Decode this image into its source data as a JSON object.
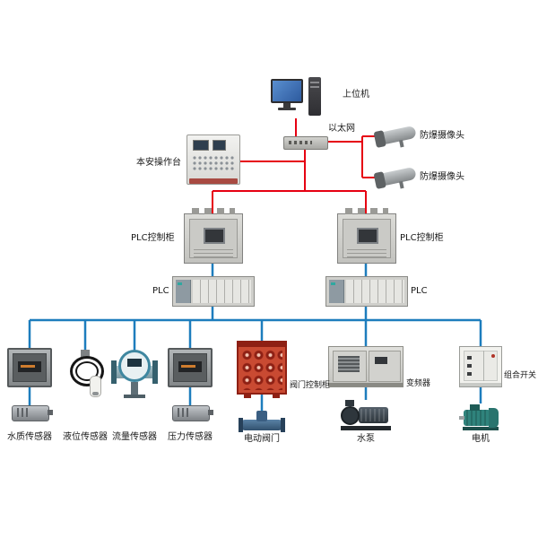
{
  "labels": {
    "host_computer": "上位机",
    "ethernet": "以太网",
    "camera_top": "防爆摄像头",
    "camera_bottom": "防爆摄像头",
    "console": "本安操作台",
    "plc_cabinet_left": "PLC控制柜",
    "plc_cabinet_right": "PLC控制柜",
    "plc_left": "PLC",
    "plc_right": "PLC",
    "water_quality_sensor": "水质传感器",
    "level_sensor": "液位传感器",
    "flow_sensor": "流量传感器",
    "pressure_sensor": "压力传感器",
    "valve_control_cabinet": "阀门控制柜",
    "electric_valve": "电动阀门",
    "vfd": "变频器",
    "water_pump": "水泵",
    "combination_switch": "组合开关",
    "motor": "电机"
  },
  "colors": {
    "ethernet_line": "#e60012",
    "bus_line": "#1d7dbd"
  }
}
